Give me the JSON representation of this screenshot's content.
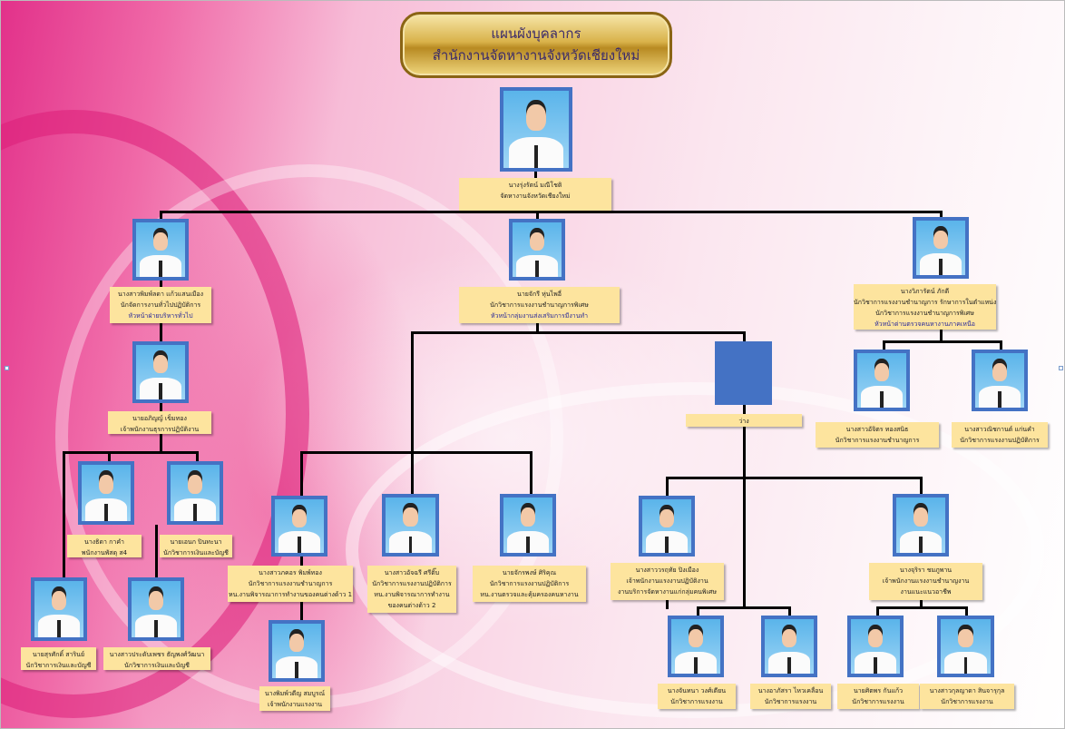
{
  "title": {
    "line1": "แผนผังบุคลากร",
    "line2": "สำนักงานจัดหางานจังหวัดเชียงใหม่"
  },
  "colors": {
    "frame": "#4472c4",
    "label_bg": "#fde49e",
    "subtitle": "#2b2b9a"
  },
  "nodes": {
    "director": {
      "name": "นางรุ่งรัตน์ มณีโชติ",
      "lines": [
        "จัดหางานจังหวัดเชียงใหม่"
      ],
      "sub": ""
    },
    "admin_head": {
      "name": "นางสาวพิมพ์ลดา แก้วแสนเมือง",
      "lines": [
        "นักจัดการงานทั่วไปปฏิบัติการ"
      ],
      "sub": "หัวหน้าฝ่ายบริหารทั่วไป"
    },
    "admin_clerk": {
      "name": "นายอภิญญ์ เข็มทอง",
      "lines": [
        "เจ้าพนักงานธุรการปฏิบัติงาน"
      ],
      "sub": ""
    },
    "supply": {
      "name": "นางธิดา กาคำ",
      "lines": [
        "พนักงานพัสดุ ส4"
      ],
      "sub": ""
    },
    "finance1": {
      "name": "นายเอนก ปินทะนา",
      "lines": [
        "นักวิชาการเงินและบัญชี"
      ],
      "sub": ""
    },
    "finance2": {
      "name": "นายสุรศักดิ์ สารินย์",
      "lines": [
        "นักวิชาการเงินและบัญชี"
      ],
      "sub": ""
    },
    "finance3": {
      "name": "นางสาวประดับเพชร ธัญพงศ์วัฒนา",
      "lines": [
        "นักวิชาการเงินและบัญชี"
      ],
      "sub": ""
    },
    "promo_head": {
      "name": "นายจักรี หุ่นไพอี่",
      "lines": [
        "นักวิชาการแรงงานชำนาญการพิเศษ"
      ],
      "sub": "หัวหน้ากลุ่มงานส่งเสริมการมีงานทำ"
    },
    "vacant": {
      "name": "ว่าง",
      "lines": [],
      "sub": ""
    },
    "foreign1": {
      "name": "นางสาวภคอร พิมพ์ทอง",
      "lines": [
        "นักวิชาการแรงงานชำนาญการ",
        "หน.งานพิจารณาการทำงานของคนต่างด้าว 1"
      ],
      "sub": ""
    },
    "foreign1_staff": {
      "name": "นางพิมพ์วดีญ สมบูรณ์",
      "lines": [
        "เจ้าพนักงานแรงงาน"
      ],
      "sub": ""
    },
    "foreign2": {
      "name": "นางสาวอัจฉรี ศรีติ๊บ",
      "lines": [
        "นักวิชาการแรงงานปฏิบัติการ",
        "หน.งานพิจารณาการทำงาน",
        "ของคนต่างด้าว 2"
      ],
      "sub": ""
    },
    "inspect": {
      "name": "นายจักรพงษ์ ศิริคุณ",
      "lines": [
        "นักวิชาการแรงงานปฏิบัติการ",
        "หน.งานตรวจและคุ้มครองคนหางาน"
      ],
      "sub": ""
    },
    "special": {
      "name": "นางสาววรฤทัย ปิงเมือง",
      "lines": [
        "เจ้าพนักงานแรงงานปฏิบัติงาน",
        "งานบริการจัดหางานแก่กลุ่มคนพิเศษ"
      ],
      "sub": ""
    },
    "guidance": {
      "name": "นางจุริรา ชมภูพาน",
      "lines": [
        "เจ้าพนักงานแรงงานชำนาญงาน",
        "งานแนะแนวอาชีพ"
      ],
      "sub": ""
    },
    "staff1": {
      "name": "นางจันทนา วงศ์เตียน",
      "lines": [
        "นักวิชาการแรงงาน"
      ],
      "sub": ""
    },
    "staff2": {
      "name": "นางอาภัสรา ไหวเคลื่อน",
      "lines": [
        "นักวิชาการแรงงาน"
      ],
      "sub": ""
    },
    "staff3": {
      "name": "นายศิตพร กันแก้ว",
      "lines": [
        "นักวิชาการแรงงาน"
      ],
      "sub": ""
    },
    "staff4": {
      "name": "นางสาวกุลญาดา สินจารุกุล",
      "lines": [
        "นักวิชาการแรงงาน"
      ],
      "sub": ""
    },
    "checkpoint_head": {
      "name": "นางวิภารัตน์ ภักดี",
      "lines": [
        "นักวิชาการแรงงานชำนาญการ รักษาการในตำแหน่ง",
        "นักวิชาการแรงงานชำนาญการพิเศษ"
      ],
      "sub": "หัวหน้าด่านตรวจคนหางานภาคเหนือ"
    },
    "checkpoint1": {
      "name": "นางสาวอัจิตร ทองสนิธ",
      "lines": [
        "นักวิชาการแรงงานชำนาญการ"
      ],
      "sub": ""
    },
    "checkpoint2": {
      "name": "นางสาวณิชกานต์ แก่นคำ",
      "lines": [
        "นักวิชาการแรงงานปฏิบัติการ"
      ],
      "sub": ""
    }
  }
}
